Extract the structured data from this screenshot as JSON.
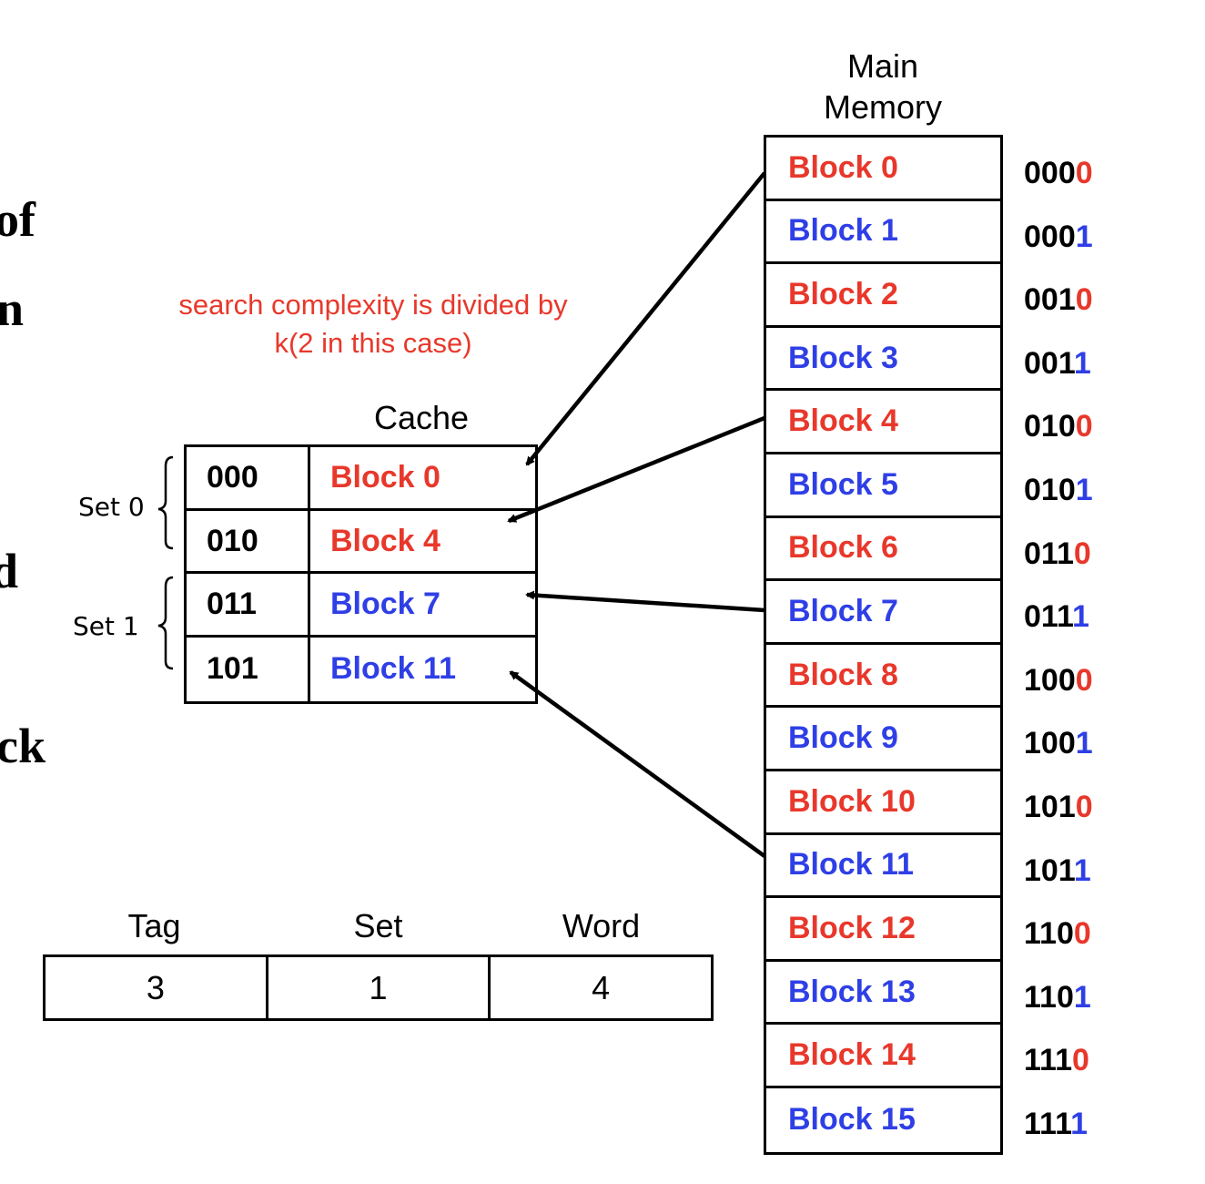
{
  "colors": {
    "even": "#e8382b",
    "odd": "#2f3fe6",
    "text": "#000000"
  },
  "cut_text": [
    "of",
    "n",
    "d",
    "ck"
  ],
  "note": {
    "line1": "search complexity is divided by",
    "line2": "k(2 in this case)"
  },
  "main_memory": {
    "title_line1": "Main",
    "title_line2": "Memory",
    "blocks": [
      {
        "label": "Block 0",
        "addr_prefix": "000",
        "addr_last": "0",
        "color": "even"
      },
      {
        "label": "Block 1",
        "addr_prefix": "000",
        "addr_last": "1",
        "color": "odd"
      },
      {
        "label": "Block 2",
        "addr_prefix": "001",
        "addr_last": "0",
        "color": "even"
      },
      {
        "label": "Block 3",
        "addr_prefix": "001",
        "addr_last": "1",
        "color": "odd"
      },
      {
        "label": "Block 4",
        "addr_prefix": "010",
        "addr_last": "0",
        "color": "even"
      },
      {
        "label": "Block 5",
        "addr_prefix": "010",
        "addr_last": "1",
        "color": "odd"
      },
      {
        "label": "Block 6",
        "addr_prefix": "011",
        "addr_last": "0",
        "color": "even"
      },
      {
        "label": "Block 7",
        "addr_prefix": "011",
        "addr_last": "1",
        "color": "odd"
      },
      {
        "label": "Block 8",
        "addr_prefix": "100",
        "addr_last": "0",
        "color": "even"
      },
      {
        "label": "Block 9",
        "addr_prefix": "100",
        "addr_last": "1",
        "color": "odd"
      },
      {
        "label": "Block 10",
        "addr_prefix": "101",
        "addr_last": "0",
        "color": "even"
      },
      {
        "label": "Block 11",
        "addr_prefix": "101",
        "addr_last": "1",
        "color": "odd"
      },
      {
        "label": "Block 12",
        "addr_prefix": "110",
        "addr_last": "0",
        "color": "even"
      },
      {
        "label": "Block 13",
        "addr_prefix": "110",
        "addr_last": "1",
        "color": "odd"
      },
      {
        "label": "Block 14",
        "addr_prefix": "111",
        "addr_last": "0",
        "color": "even"
      },
      {
        "label": "Block 15",
        "addr_prefix": "111",
        "addr_last": "1",
        "color": "odd"
      }
    ]
  },
  "cache": {
    "title": "Cache",
    "sets": [
      {
        "label": "Set 0",
        "lines": [
          {
            "tag": "000",
            "block": "Block 0",
            "color": "even"
          },
          {
            "tag": "010",
            "block": "Block 4",
            "color": "even"
          }
        ]
      },
      {
        "label": "Set 1",
        "lines": [
          {
            "tag": "011",
            "block": "Block 7",
            "color": "odd"
          },
          {
            "tag": "101",
            "block": "Block 11",
            "color": "odd"
          }
        ]
      }
    ]
  },
  "address_format": {
    "headers": [
      "Tag",
      "Set",
      "Word"
    ],
    "values": [
      "3",
      "1",
      "4"
    ]
  },
  "mappings": [
    {
      "from": "Block 0",
      "to": "Block 0"
    },
    {
      "from": "Block 4",
      "to": "Block 4"
    },
    {
      "from": "Block 7",
      "to": "Block 7"
    },
    {
      "from": "Block 11",
      "to": "Block 11"
    }
  ]
}
